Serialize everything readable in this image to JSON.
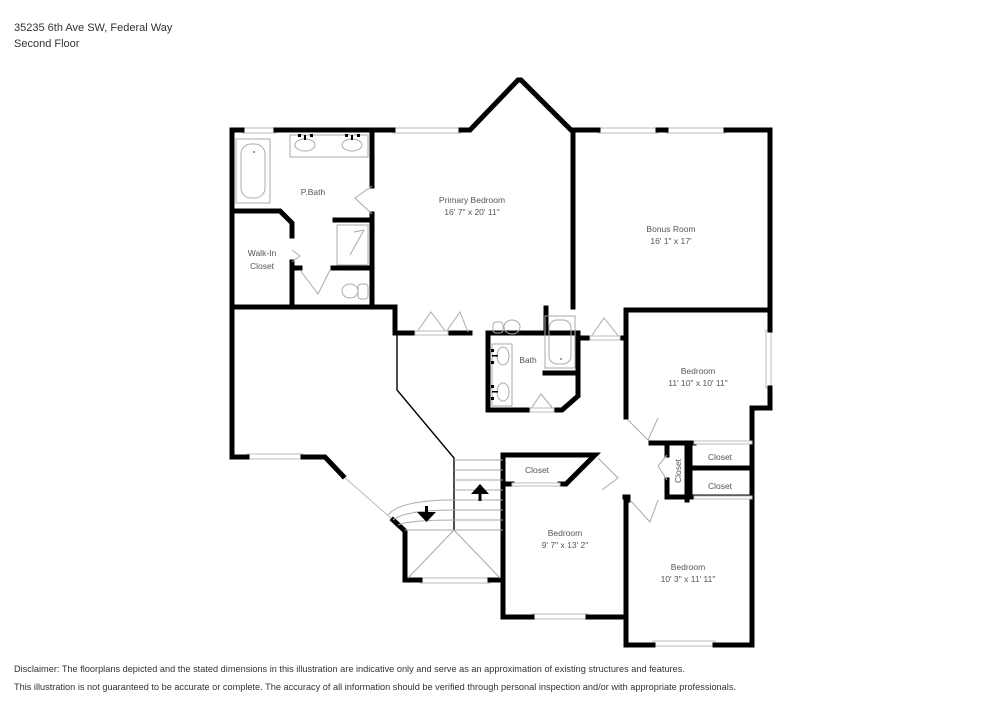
{
  "header": {
    "address": "35235 6th Ave SW, Federal Way",
    "floor": "Second Floor"
  },
  "rooms": {
    "primary_bedroom": {
      "name": "Primary Bedroom",
      "dims": "16' 7\" x 20' 11\""
    },
    "bonus_room": {
      "name": "Bonus Room",
      "dims": "16' 1\" x 17'"
    },
    "primary_bath": {
      "name": "P.Bath"
    },
    "walk_in_closet": {
      "name_line1": "Walk-In",
      "name_line2": "Closet"
    },
    "bath": {
      "name": "Bath"
    },
    "bedroom_east": {
      "name": "Bedroom",
      "dims": "11' 10\" x 10' 11\""
    },
    "bedroom_center": {
      "name": "Bedroom",
      "dims": "9' 7\" x 13' 2\""
    },
    "bedroom_southeast": {
      "name": "Bedroom",
      "dims": "10' 3\" x 11' 11\""
    },
    "closet_center": {
      "name": "Closet"
    },
    "closet_vertical": {
      "name": "Closet"
    },
    "closet_east_upper": {
      "name": "Closet"
    },
    "closet_east_lower": {
      "name": "Closet"
    }
  },
  "disclaimer": {
    "line1": "Disclaimer: The floorplans depicted and the stated dimensions in this illustration are indicative only and serve as an approximation of existing structures and features.",
    "line2": "This illustration is not guaranteed to be accurate or complete. The accuracy of all information should be verified through personal inspection and/or with appropriate professionals."
  }
}
